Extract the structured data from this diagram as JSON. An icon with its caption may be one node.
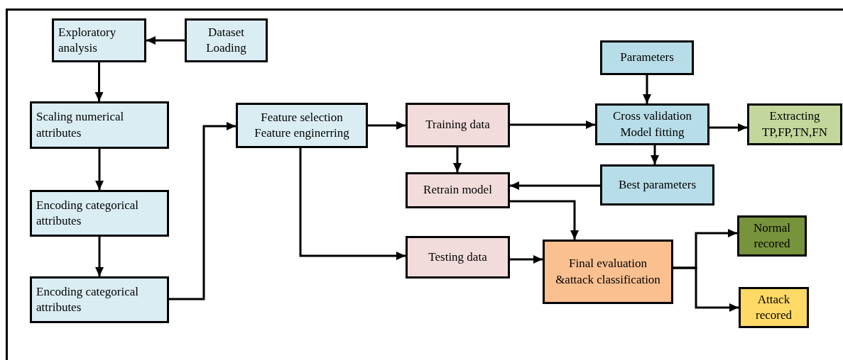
{
  "diagram": {
    "nodes": [
      {
        "text": [
          "Exploratory analysis"
        ]
      },
      {
        "text": [
          "Dataset Loading"
        ]
      },
      {
        "text": [
          "Scaling numerical attributes"
        ]
      },
      {
        "text": [
          "Encoding categorical attributes"
        ]
      },
      {
        "text": [
          "Encoding categorical attributes"
        ]
      },
      {
        "text": [
          "Feature selection",
          "Feature enginerring"
        ]
      },
      {
        "text": [
          "Training data"
        ]
      },
      {
        "text": [
          "Retrain model"
        ]
      },
      {
        "text": [
          "Testing data"
        ]
      },
      {
        "text": [
          "Parameters"
        ]
      },
      {
        "text": [
          "Cross validation",
          "Model fitting"
        ]
      },
      {
        "text": [
          "Extracting TP,FP,TN,FN"
        ]
      },
      {
        "text": [
          "Best parameters"
        ]
      },
      {
        "text": [
          "Final evaluation &attack classification"
        ]
      },
      {
        "text": [
          "Normal recored"
        ]
      },
      {
        "text": [
          "Attack recored"
        ]
      }
    ],
    "edges": [
      {
        "from": 1,
        "to": 0,
        "arrow": "to"
      },
      {
        "from": 0,
        "to": 2,
        "arrow": "to"
      },
      {
        "from": 2,
        "to": 3,
        "arrow": "to"
      },
      {
        "from": 3,
        "to": 4,
        "arrow": "to"
      },
      {
        "from": 4,
        "to": 5,
        "arrow": "to"
      },
      {
        "from": 5,
        "to": 6,
        "arrow": "to"
      },
      {
        "from": 5,
        "to": 8,
        "arrow": "to"
      },
      {
        "from": 6,
        "to": 10,
        "arrow": "to"
      },
      {
        "from": 6,
        "to": 7,
        "arrow": "to"
      },
      {
        "from": 9,
        "to": 10,
        "arrow": "to"
      },
      {
        "from": 10,
        "to": 11,
        "arrow": "to"
      },
      {
        "from": 10,
        "to": 12,
        "arrow": "to"
      },
      {
        "from": 12,
        "to": 7,
        "arrow": "to"
      },
      {
        "from": 7,
        "to": 13,
        "arrow": "to"
      },
      {
        "from": 8,
        "to": 13,
        "arrow": "to"
      },
      {
        "from": 13,
        "to": 14,
        "arrow": "to"
      },
      {
        "from": 13,
        "to": 15,
        "arrow": "to"
      }
    ]
  }
}
